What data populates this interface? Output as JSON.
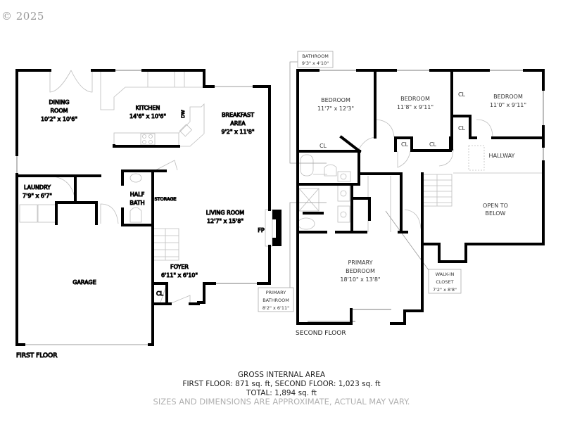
{
  "copyright": "© 2025",
  "first_floor": {
    "label": "FIRST FLOOR",
    "rooms": [
      {
        "name": "DINING",
        "name2": "ROOM",
        "dims": "10'2\" x 10'6\""
      },
      {
        "name": "KITCHEN",
        "dims": "14'6\" x 10'6\""
      },
      {
        "name": "BREAKFAST",
        "name2": "AREA",
        "dims": "9'2\" x 11'8\""
      },
      {
        "name": "LAUNDRY",
        "dims": "7'9\" x 6'7\""
      },
      {
        "name": "HALF",
        "name2": "BATH"
      },
      {
        "name": "STORAGE"
      },
      {
        "name": "LIVING ROOM",
        "dims": "12'7\" x 15'8\""
      },
      {
        "name": "GARAGE"
      },
      {
        "name": "FOYER",
        "dims": "6'11\" x 6'10\""
      },
      {
        "name": "CL"
      }
    ],
    "fixtures": {
      "dishwasher": "DW",
      "fireplace": "FP"
    }
  },
  "second_floor": {
    "label": "SECOND FLOOR",
    "rooms": [
      {
        "name": "BEDROOM",
        "dims": "11'7\" x 12'3\""
      },
      {
        "name": "BEDROOM",
        "dims": "11'8\" x 9'11\""
      },
      {
        "name": "BEDROOM",
        "dims": "11'0\" x 9'11\""
      },
      {
        "name": "CL"
      },
      {
        "name": "CL"
      },
      {
        "name": "CL"
      },
      {
        "name": "CL"
      },
      {
        "name": "CL"
      },
      {
        "name": "HALLWAY"
      },
      {
        "name": "OPEN TO",
        "name2": "BELOW"
      },
      {
        "name": "PRIMARY",
        "name2": "BEDROOM",
        "dims": "18'10\" x 13'8\""
      }
    ],
    "callouts": [
      {
        "name": "BATHROOM",
        "dims": "9'3\" x 4'10\""
      },
      {
        "name": "PRIMARY",
        "name2": "BATHROOM",
        "dims": "8'2\" x 6'11\""
      },
      {
        "name": "WALK-IN",
        "name2": "CLOSET",
        "dims": "7'2\" x 8'8\""
      }
    ]
  },
  "footer": {
    "title": "GROSS INTERNAL AREA",
    "floors_line": "FIRST FLOOR: 871 sq. ft, SECOND FLOOR: 1,023 sq. ft",
    "total_line": "TOTAL: 1,894 sq. ft",
    "disclaimer": "SIZES AND DIMENSIONS ARE APPROXIMATE, ACTUAL MAY VARY."
  }
}
